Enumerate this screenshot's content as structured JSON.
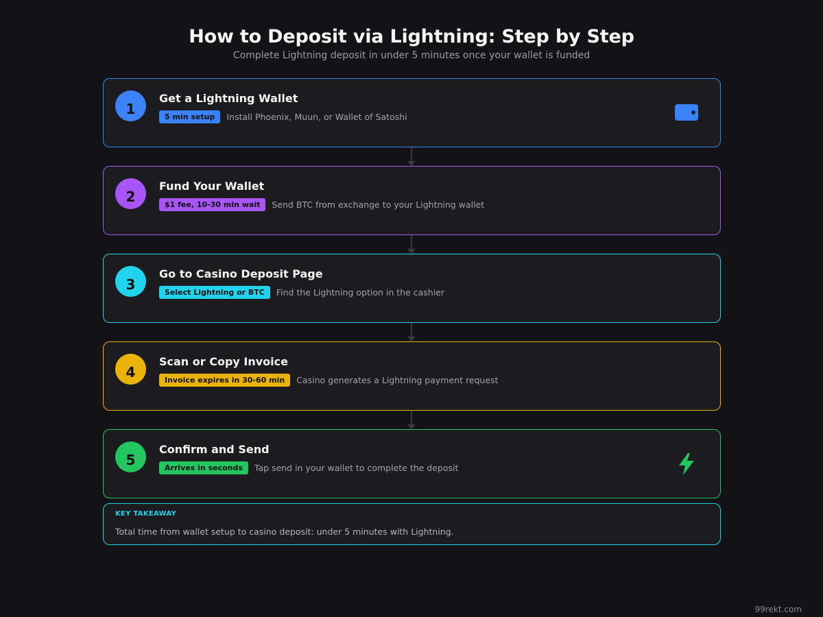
{
  "header": {
    "title": "How to Deposit via Lightning: Step by Step",
    "subtitle": "Complete Lightning deposit in under 5 minutes once your wallet is funded"
  },
  "steps": [
    {
      "number": "1",
      "title": "Get a Lightning Wallet",
      "tag": "5 min setup",
      "desc": "Install Phoenix, Muun, or Wallet of Satoshi",
      "color": "#3b82f6",
      "icon": "wallet-icon"
    },
    {
      "number": "2",
      "title": "Fund Your Wallet",
      "tag": "$1 fee, 10-30 min wait",
      "desc": "Send BTC from exchange to your Lightning wallet",
      "color": "#a855f7",
      "icon": ""
    },
    {
      "number": "3",
      "title": "Go to Casino Deposit Page",
      "tag": "Select Lightning or BTC",
      "desc": "Find the Lightning option in the cashier",
      "color": "#22d3ee",
      "icon": ""
    },
    {
      "number": "4",
      "title": "Scan or Copy Invoice",
      "tag": "Invoice expires in 30-60 min",
      "desc": "Casino generates a Lightning payment request",
      "color": "#eab308",
      "icon": ""
    },
    {
      "number": "5",
      "title": "Confirm and Send",
      "tag": "Arrives in seconds",
      "desc": "Tap send in your wallet to complete the deposit",
      "color": "#22c55e",
      "icon": "lightning-bolt-icon"
    }
  ],
  "takeaway": {
    "label": "KEY TAKEAWAY",
    "text": "Total time from wallet setup to casino deposit: under 5 minutes with Lightning.",
    "color": "#22d3ee"
  },
  "watermark": "99rekt.com"
}
